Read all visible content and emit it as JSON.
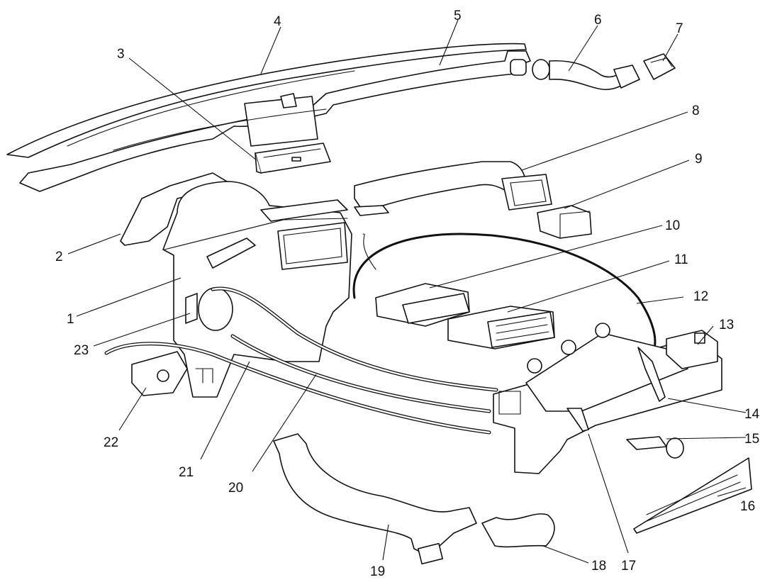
{
  "diagram": {
    "type": "exploded-parts-view",
    "subject": "heater / ventilation ducting and control assembly",
    "line_color": "#111111",
    "background": "#ffffff",
    "callouts": [
      {
        "id": "c1",
        "label": "1"
      },
      {
        "id": "c2",
        "label": "2"
      },
      {
        "id": "c3",
        "label": "3"
      },
      {
        "id": "c4",
        "label": "4"
      },
      {
        "id": "c5",
        "label": "5"
      },
      {
        "id": "c6",
        "label": "6"
      },
      {
        "id": "c7",
        "label": "7"
      },
      {
        "id": "c8",
        "label": "8"
      },
      {
        "id": "c9",
        "label": "9"
      },
      {
        "id": "c10",
        "label": "10"
      },
      {
        "id": "c11",
        "label": "11"
      },
      {
        "id": "c12",
        "label": "12"
      },
      {
        "id": "c13",
        "label": "13"
      },
      {
        "id": "c14",
        "label": "14"
      },
      {
        "id": "c15",
        "label": "15"
      },
      {
        "id": "c16",
        "label": "16"
      },
      {
        "id": "c17",
        "label": "17"
      },
      {
        "id": "c18",
        "label": "18"
      },
      {
        "id": "c19",
        "label": "19"
      },
      {
        "id": "c20",
        "label": "20"
      },
      {
        "id": "c21",
        "label": "21"
      },
      {
        "id": "c22",
        "label": "22"
      },
      {
        "id": "c23",
        "label": "23"
      }
    ]
  }
}
